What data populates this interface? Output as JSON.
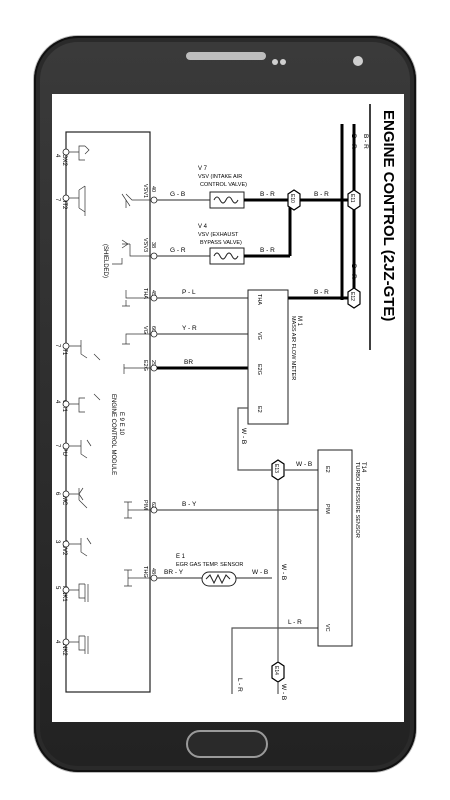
{
  "diagram": {
    "title": "ENGINE CONTROL (2JZ-GTE)",
    "module_label": "ENGINE CONTROL MODULE",
    "module_ground_pins": "E 9  E 10",
    "shielded_label": "(SHIELDED)",
    "left_pins": [
      {
        "num": "4",
        "name": "OX2"
      },
      {
        "num": "7",
        "name": "HT2"
      },
      {
        "num": "7",
        "name": "HT1"
      },
      {
        "num": "4",
        "name": "OX1"
      },
      {
        "num": "7",
        "name": "FPU"
      },
      {
        "num": "6",
        "name": "PMC"
      },
      {
        "num": "3",
        "name": "VSV2"
      },
      {
        "num": "5",
        "name": "KNK1"
      },
      {
        "num": "4",
        "name": "KNK2"
      }
    ],
    "ecm_pins": [
      {
        "num": "40",
        "name": "VSV1"
      },
      {
        "num": "38",
        "name": "VSV3"
      },
      {
        "num": "45",
        "name": "THA"
      },
      {
        "num": "66",
        "name": "VG"
      },
      {
        "num": "29",
        "name": "E2G"
      },
      {
        "num": "62",
        "name": "PIM"
      },
      {
        "num": "48",
        "name": "THG"
      }
    ],
    "components": {
      "v7": {
        "id": "V 7",
        "line1": "VSV (INTAKE AIR",
        "line2": "CONTROL VALVE)"
      },
      "v4": {
        "id": "V 4",
        "line1": "VSV (EXHAUST",
        "line2": "BYPASS VALVE)"
      },
      "m1": {
        "id": "M 1",
        "name": "MASS AIR FLOW METER",
        "pins": [
          "THA",
          "VG",
          "E2G",
          "E2"
        ]
      },
      "t14": {
        "id": "T14",
        "name": "TURBO PRESSURE SENSOR",
        "pins": [
          "E2",
          "PIM",
          "VC"
        ]
      },
      "e1": {
        "id": "E 1",
        "name": "EGR GAS TEMP. SENSOR"
      }
    },
    "wire_colors": {
      "vsv1": "G - B",
      "vsv3": "G - R",
      "tha": "P - L",
      "vg": "Y - R",
      "e2g": "BR",
      "pim": "B - Y",
      "thg": "BR - Y",
      "e2": "W - B",
      "vc": "L - R",
      "br": "B - R"
    },
    "splices": [
      "E10",
      "E11",
      "E12",
      "E13",
      "E14"
    ],
    "colors": {
      "wire": "#222222",
      "highlight": "#000000",
      "background": "#ffffff"
    }
  }
}
